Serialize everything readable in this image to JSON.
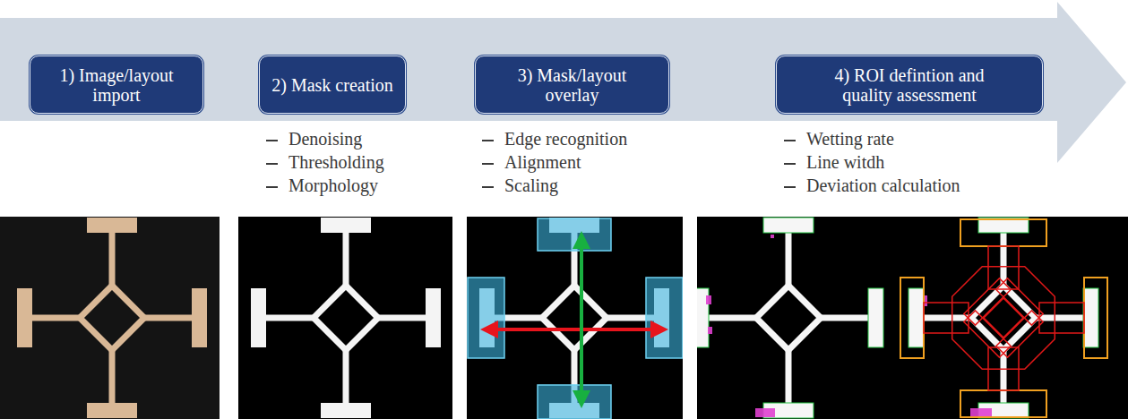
{
  "diagram": {
    "nodes": [
      {
        "text": [
          "1) Image/layout import"
        ]
      },
      {
        "text": [
          "2) Mask creation"
        ]
      },
      {
        "text": [
          "3) Mask/layout overlay"
        ]
      },
      {
        "text": [
          "4) ROI defintion and quality assessment"
        ]
      }
    ],
    "labels": [
      "Denoising",
      "Thresholding",
      "Morphology",
      "Edge recognition",
      "Alignment",
      "Scaling",
      "Wetting rate",
      "Line witdh",
      "Deviation calculation"
    ]
  }
}
